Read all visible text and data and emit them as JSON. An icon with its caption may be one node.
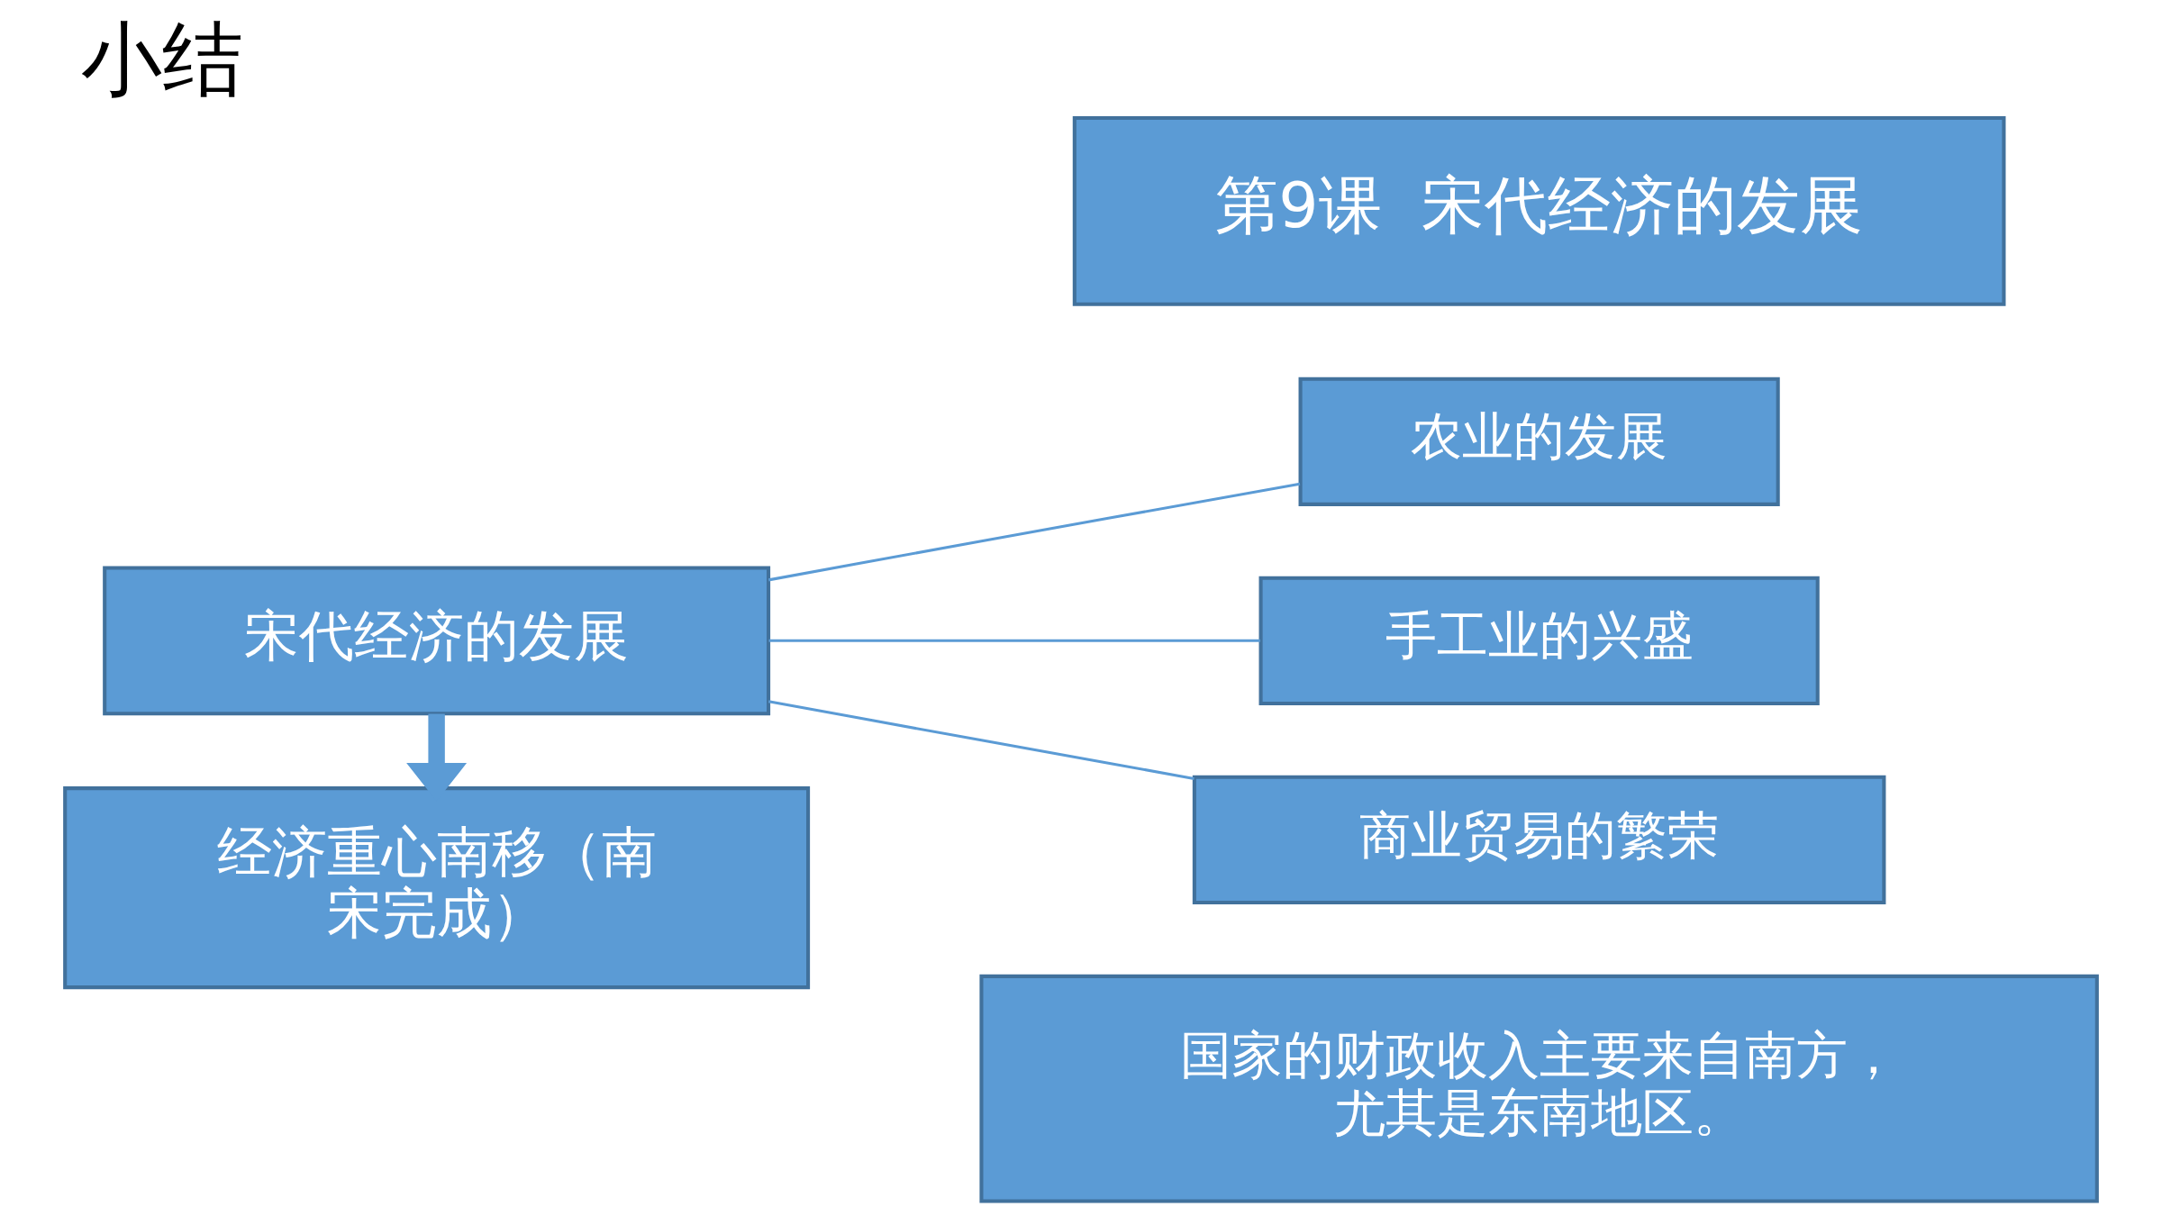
{
  "diagram": {
    "title": "小结",
    "nodes": [
      {
        "text": [
          "第9课  宋代经济的发展"
        ]
      },
      {
        "text": [
          "宋代经济的发展"
        ]
      },
      {
        "text": [
          "农业的发展"
        ]
      },
      {
        "text": [
          "手工业的兴盛"
        ]
      },
      {
        "text": [
          "商业贸易的繁荣"
        ]
      },
      {
        "text": [
          "经济重心南移（南宋完成）"
        ]
      },
      {
        "text": [
          "国家的财政收入主要来自南方，尤其是东南地区。"
        ]
      }
    ],
    "edges": [
      {
        "from": 1,
        "to": 2,
        "arrow": "none"
      },
      {
        "from": 1,
        "to": 3,
        "arrow": "none"
      },
      {
        "from": 1,
        "to": 4,
        "arrow": "none"
      },
      {
        "from": 1,
        "to": 5,
        "arrow": "to",
        "style": "thick"
      }
    ]
  }
}
